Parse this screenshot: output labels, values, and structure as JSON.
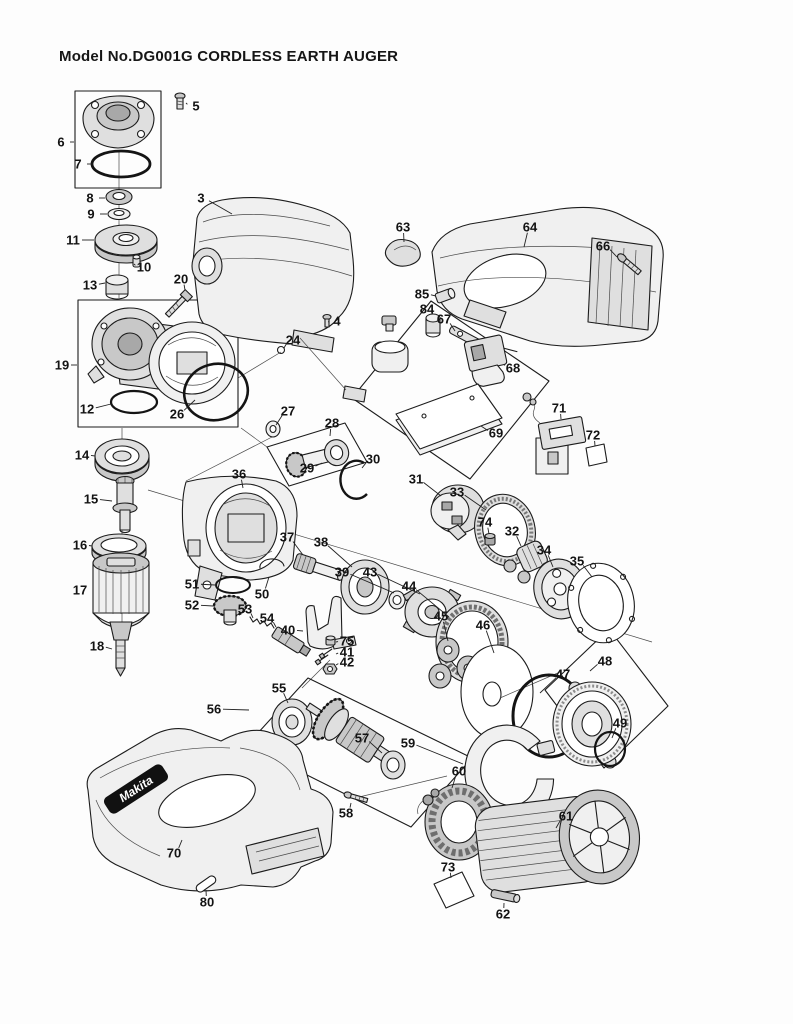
{
  "page": {
    "title": "Model No.DG001G CORDLESS EARTH AUGER"
  },
  "diagram": {
    "type": "exploded-parts-diagram",
    "model": "DG001G",
    "product_name": "CORDLESS EARTH AUGER",
    "brand_logo_text": "Makita",
    "line_color": "#1c1c1c",
    "parts": [
      {
        "num": "3",
        "label": [
          201,
          198
        ],
        "lead": [
          232,
          214
        ]
      },
      {
        "num": "4",
        "label": [
          337,
          321
        ],
        "lead": [
          329,
          322
        ]
      },
      {
        "num": "5",
        "label": [
          196,
          106
        ],
        "lead": [
          186,
          103
        ]
      },
      {
        "num": "6",
        "label": [
          61,
          142
        ],
        "lead": [
          74,
          142
        ]
      },
      {
        "num": "7",
        "label": [
          78,
          164
        ],
        "lead": [
          93,
          164
        ]
      },
      {
        "num": "8",
        "label": [
          90,
          198
        ],
        "lead": [
          105,
          198
        ]
      },
      {
        "num": "9",
        "label": [
          91,
          214
        ],
        "lead": [
          107,
          214
        ]
      },
      {
        "num": "10",
        "label": [
          144,
          267
        ],
        "lead": [
          134,
          264
        ]
      },
      {
        "num": "11",
        "label": [
          73,
          240
        ],
        "lead": [
          94,
          240
        ]
      },
      {
        "num": "12",
        "label": [
          87,
          409
        ],
        "lead": [
          111,
          404
        ]
      },
      {
        "num": "13",
        "label": [
          90,
          285
        ],
        "lead": [
          105,
          283
        ]
      },
      {
        "num": "14",
        "label": [
          82,
          455
        ],
        "lead": [
          95,
          456
        ]
      },
      {
        "num": "15",
        "label": [
          91,
          499
        ],
        "lead": [
          112,
          501
        ]
      },
      {
        "num": "16",
        "label": [
          80,
          545
        ],
        "lead": [
          92,
          546
        ]
      },
      {
        "num": "17",
        "label": [
          80,
          590
        ],
        "lead": null
      },
      {
        "num": "18",
        "label": [
          97,
          646
        ],
        "lead": [
          112,
          649
        ]
      },
      {
        "num": "19",
        "label": [
          62,
          365
        ],
        "lead": [
          77,
          365
        ]
      },
      {
        "num": "20",
        "label": [
          181,
          279
        ],
        "lead": [
          185,
          290
        ]
      },
      {
        "num": "24",
        "label": [
          293,
          340
        ],
        "lead": [
          284,
          348
        ]
      },
      {
        "num": "26",
        "label": [
          177,
          414
        ],
        "lead": [
          195,
          400
        ]
      },
      {
        "num": "27",
        "label": [
          288,
          411
        ],
        "lead": [
          276,
          425
        ]
      },
      {
        "num": "28",
        "label": [
          332,
          423
        ],
        "lead": [
          330,
          436
        ]
      },
      {
        "num": "29",
        "label": [
          307,
          468
        ],
        "lead": [
          322,
          463
        ]
      },
      {
        "num": "30",
        "label": [
          373,
          459
        ],
        "lead": [
          362,
          468
        ]
      },
      {
        "num": "31",
        "label": [
          416,
          479
        ],
        "lead": [
          441,
          496
        ]
      },
      {
        "num": "32",
        "label": [
          512,
          531
        ],
        "lead": [
          521,
          546
        ]
      },
      {
        "num": "33",
        "label": [
          457,
          492
        ],
        "lead": [
          486,
          510
        ]
      },
      {
        "num": "34",
        "label": [
          544,
          550
        ],
        "lead": [
          553,
          567
        ]
      },
      {
        "num": "35",
        "label": [
          577,
          561
        ],
        "lead": [
          592,
          577
        ]
      },
      {
        "num": "36",
        "label": [
          239,
          474
        ],
        "lead": [
          243,
          488
        ]
      },
      {
        "num": "37",
        "label": [
          287,
          537
        ],
        "lead": [
          303,
          555
        ]
      },
      {
        "num": "38",
        "label": [
          321,
          542
        ],
        "lead": [
          352,
          567
        ]
      },
      {
        "num": "39",
        "label": [
          342,
          572
        ],
        "lead": [
          394,
          593
        ]
      },
      {
        "num": "40",
        "label": [
          288,
          630
        ],
        "lead": [
          303,
          631
        ]
      },
      {
        "num": "41",
        "label": [
          347,
          652
        ],
        "lead": [
          336,
          654
        ]
      },
      {
        "num": "42",
        "label": [
          347,
          662
        ],
        "lead": [
          336,
          665
        ]
      },
      {
        "num": "43",
        "label": [
          370,
          572
        ],
        "lead": [
          420,
          594
        ]
      },
      {
        "num": "44",
        "label": [
          409,
          586
        ],
        "lead": [
          449,
          617
        ]
      },
      {
        "num": "45",
        "label": [
          441,
          616
        ],
        "lead": [
          448,
          641
        ]
      },
      {
        "num": "46",
        "label": [
          483,
          625
        ],
        "lead": [
          494,
          653
        ]
      },
      {
        "num": "47",
        "label": [
          563,
          674
        ],
        "lead": [
          540,
          693
        ]
      },
      {
        "num": "48",
        "label": [
          605,
          661
        ],
        "lead": [
          590,
          671
        ]
      },
      {
        "num": "49",
        "label": [
          620,
          723
        ],
        "lead": [
          612,
          738
        ]
      },
      {
        "num": "50",
        "label": [
          262,
          594
        ],
        "lead": [
          269,
          577
        ]
      },
      {
        "num": "51",
        "label": [
          192,
          584
        ],
        "lead": [
          215,
          585
        ]
      },
      {
        "num": "52",
        "label": [
          192,
          605
        ],
        "lead": [
          213,
          606
        ]
      },
      {
        "num": "53",
        "label": [
          245,
          609
        ],
        "lead": [
          253,
          618
        ]
      },
      {
        "num": "54",
        "label": [
          267,
          618
        ],
        "lead": [
          276,
          627
        ]
      },
      {
        "num": "55",
        "label": [
          279,
          688
        ],
        "lead": [
          288,
          703
        ]
      },
      {
        "num": "56",
        "label": [
          214,
          709
        ],
        "lead": [
          249,
          710
        ]
      },
      {
        "num": "57",
        "label": [
          362,
          738
        ],
        "lead": [
          382,
          753
        ]
      },
      {
        "num": "58",
        "label": [
          346,
          813
        ],
        "lead": [
          351,
          803
        ]
      },
      {
        "num": "59",
        "label": [
          408,
          743
        ],
        "lead": [
          463,
          764
        ]
      },
      {
        "num": "60",
        "label": [
          459,
          771
        ],
        "lead": [
          452,
          788
        ]
      },
      {
        "num": "61",
        "label": [
          566,
          816
        ],
        "lead": [
          556,
          828
        ]
      },
      {
        "num": "62",
        "label": [
          503,
          914
        ],
        "lead": [
          504,
          903
        ]
      },
      {
        "num": "63",
        "label": [
          403,
          227
        ],
        "lead": [
          404,
          242
        ]
      },
      {
        "num": "64",
        "label": [
          530,
          227
        ],
        "lead": [
          524,
          247
        ]
      },
      {
        "num": "66",
        "label": [
          603,
          246
        ],
        "lead": [
          617,
          257
        ]
      },
      {
        "num": "67",
        "label": [
          444,
          319
        ],
        "lead": [
          455,
          331
        ]
      },
      {
        "num": "68",
        "label": [
          513,
          368
        ],
        "lead": [
          504,
          364
        ]
      },
      {
        "num": "69",
        "label": [
          496,
          433
        ],
        "lead": [
          481,
          426
        ]
      },
      {
        "num": "70",
        "label": [
          174,
          853
        ],
        "lead": [
          182,
          840
        ]
      },
      {
        "num": "71",
        "label": [
          559,
          408
        ],
        "lead": [
          561,
          419
        ]
      },
      {
        "num": "72",
        "label": [
          593,
          435
        ],
        "lead": [
          595,
          446
        ]
      },
      {
        "num": "73",
        "label": [
          448,
          867
        ],
        "lead": [
          451,
          878
        ]
      },
      {
        "num": "74",
        "label": [
          485,
          522
        ],
        "lead": [
          489,
          534
        ]
      },
      {
        "num": "75",
        "label": [
          347,
          641
        ],
        "lead": [
          336,
          642
        ]
      },
      {
        "num": "80",
        "label": [
          207,
          902
        ],
        "lead": [
          206,
          890
        ]
      },
      {
        "num": "84",
        "label": [
          427,
          309
        ],
        "lead": null
      },
      {
        "num": "85",
        "label": [
          422,
          294
        ],
        "lead": [
          436,
          296
        ]
      }
    ]
  }
}
